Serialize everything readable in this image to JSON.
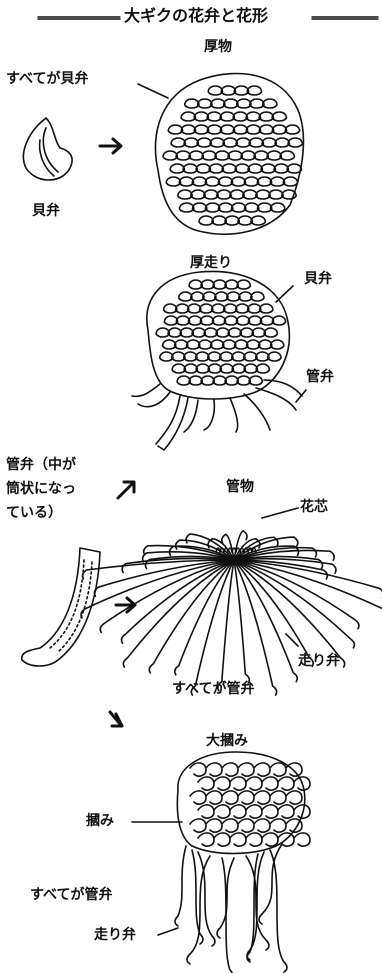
{
  "title": "大ギクの花弁と花形",
  "sections": {
    "atsumono": {
      "name": "厚物",
      "label_all": "すべてが貝弁",
      "petal_name": "貝弁"
    },
    "atsubashiri": {
      "name": "厚走り",
      "label_kaiben": "貝弁",
      "label_kanben": "管弁"
    },
    "kudamono": {
      "name": "管物",
      "petal_desc_line1": "管弁（中が",
      "petal_desc_line2": "筒状になっ",
      "petal_desc_line3": "ている）",
      "label_core": "花芯",
      "label_hashiri": "走り弁",
      "label_all": "すべてが管弁"
    },
    "ootsukami": {
      "name": "大摑み",
      "label_tsukami": "摑み",
      "label_all": "すべてが管弁",
      "label_hashiri": "走り弁"
    }
  }
}
